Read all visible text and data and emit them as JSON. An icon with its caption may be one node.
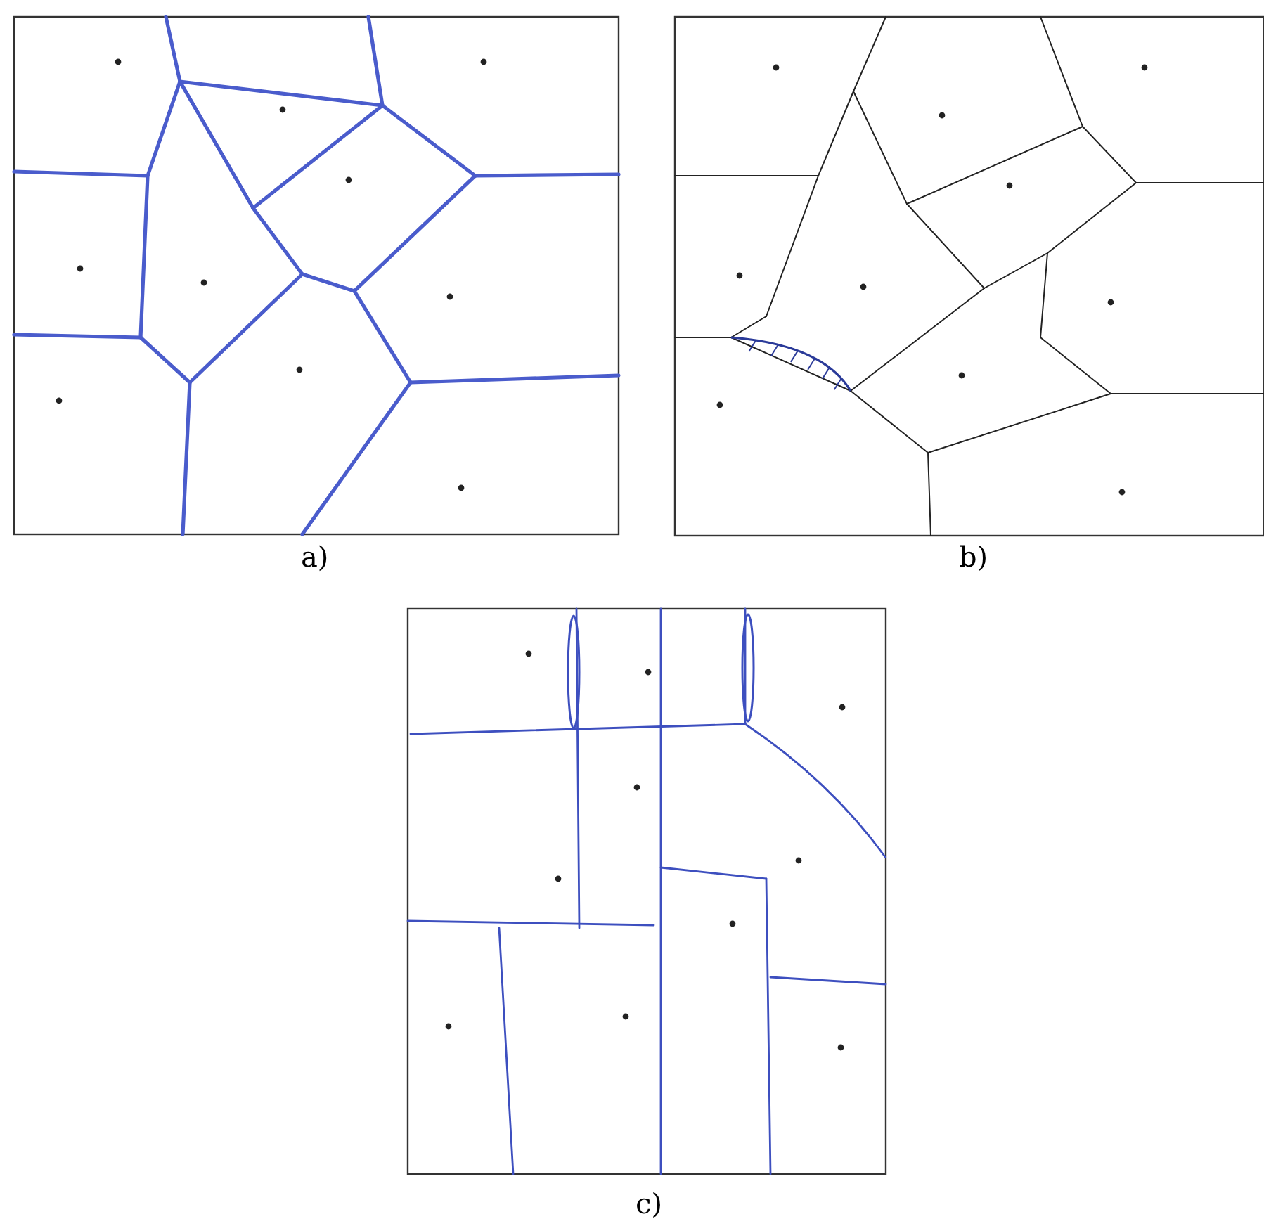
{
  "diagram": {
    "labels": [
      "a)",
      "b)",
      "c)"
    ]
  }
}
